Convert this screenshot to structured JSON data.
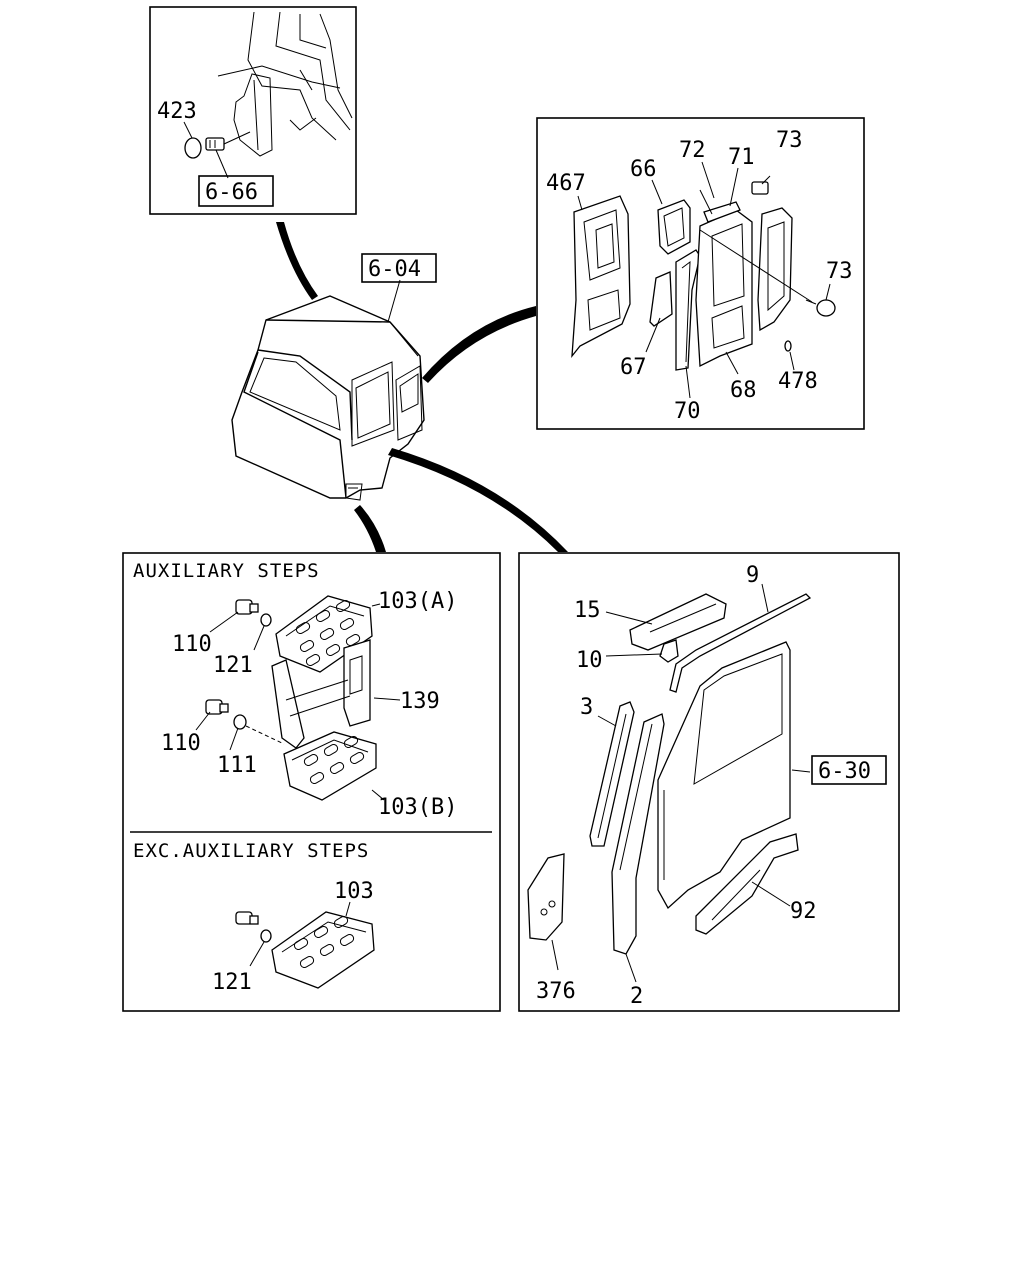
{
  "diagram": {
    "cab_ref": "6-04",
    "top_inset": {
      "ref": "6-66",
      "labels": [
        "423"
      ]
    },
    "right_inset": {
      "labels": [
        "467",
        "66",
        "72",
        "71",
        "73",
        "73",
        "67",
        "68",
        "70",
        "478"
      ]
    },
    "aux_panel": {
      "header": "AUXILIARY STEPS",
      "labels": [
        "103(A)",
        "110",
        "121",
        "139",
        "110",
        "111",
        "103(B)"
      ]
    },
    "exc_panel": {
      "header": "EXC.AUXILIARY STEPS",
      "labels": [
        "103",
        "121"
      ]
    },
    "door_panel": {
      "ref": "6-30",
      "labels": [
        "9",
        "15",
        "10",
        "3",
        "92",
        "376",
        "2"
      ]
    }
  }
}
